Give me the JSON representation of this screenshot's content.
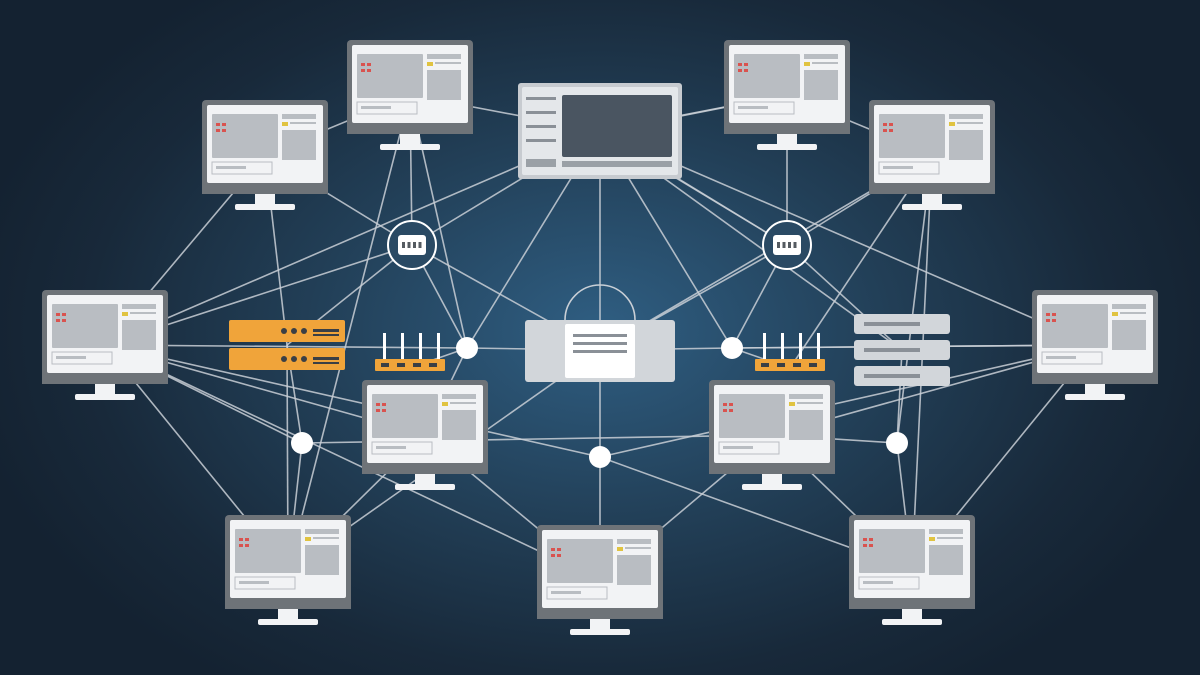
{
  "diagram": {
    "colors": {
      "line": "#c9cfd6",
      "monitor_frame": "#f2f3f5",
      "monitor_bezel": "#6e7378",
      "screen_panel": "#b9bdc2",
      "accent_red": "#d9534f",
      "accent_yellow": "#e0c341",
      "router_orange": "#f0a43a",
      "router_dark": "#3a3f45",
      "hub_white": "#ffffff",
      "server_gray": "#d2d6da"
    },
    "nodes": [
      {
        "id": "m1",
        "kind": "monitor"
      },
      {
        "id": "m2",
        "kind": "monitor"
      },
      {
        "id": "m3",
        "kind": "monitor"
      },
      {
        "id": "m4",
        "kind": "monitor"
      },
      {
        "id": "m5",
        "kind": "monitor"
      },
      {
        "id": "m6",
        "kind": "monitor"
      },
      {
        "id": "m7",
        "kind": "monitor"
      },
      {
        "id": "m8",
        "kind": "monitor"
      },
      {
        "id": "m9",
        "kind": "monitor"
      },
      {
        "id": "m10",
        "kind": "monitor"
      },
      {
        "id": "m11",
        "kind": "monitor"
      },
      {
        "id": "m12",
        "kind": "monitor"
      },
      {
        "id": "panel-top",
        "kind": "control-panel"
      },
      {
        "id": "center-hub",
        "kind": "central-switch"
      },
      {
        "id": "hub-l",
        "kind": "ring-switch"
      },
      {
        "id": "hub-r",
        "kind": "ring-switch"
      },
      {
        "id": "router-l",
        "kind": "router-stack"
      },
      {
        "id": "ap-l",
        "kind": "access-point"
      },
      {
        "id": "ap-r",
        "kind": "access-point"
      },
      {
        "id": "server-r",
        "kind": "server-stack"
      },
      {
        "id": "j1",
        "kind": "junction"
      },
      {
        "id": "j2",
        "kind": "junction"
      },
      {
        "id": "j3",
        "kind": "junction"
      },
      {
        "id": "j4",
        "kind": "junction"
      },
      {
        "id": "j5",
        "kind": "junction"
      }
    ],
    "edges": [
      [
        "m1",
        "hub-l"
      ],
      [
        "m1",
        "panel-top"
      ],
      [
        "m1",
        "m2"
      ],
      [
        "m1",
        "j1"
      ],
      [
        "m2",
        "hub-l"
      ],
      [
        "m2",
        "m3"
      ],
      [
        "m2",
        "router-l"
      ],
      [
        "m3",
        "hub-l"
      ],
      [
        "m3",
        "j3"
      ],
      [
        "m3",
        "j4"
      ],
      [
        "m4",
        "m1"
      ],
      [
        "m4",
        "router-l"
      ],
      [
        "m4",
        "m3"
      ],
      [
        "m4",
        "m5"
      ],
      [
        "m5",
        "m3"
      ],
      [
        "m5",
        "j1"
      ],
      [
        "m5",
        "m6"
      ],
      [
        "m6",
        "m3"
      ],
      [
        "m6",
        "j3"
      ],
      [
        "m6",
        "m7"
      ],
      [
        "m7",
        "m8"
      ],
      [
        "m7",
        "j5"
      ],
      [
        "m7",
        "m9"
      ],
      [
        "m8",
        "m9"
      ],
      [
        "m8",
        "j5"
      ],
      [
        "m8",
        "m10"
      ],
      [
        "m9",
        "j3"
      ],
      [
        "m9",
        "j2"
      ],
      [
        "m10",
        "m11"
      ],
      [
        "m10",
        "hub-r"
      ],
      [
        "m10",
        "ap-r"
      ],
      [
        "m11",
        "hub-r"
      ],
      [
        "m11",
        "m12"
      ],
      [
        "m11",
        "panel-top"
      ],
      [
        "m12",
        "hub-r"
      ],
      [
        "m12",
        "server-r"
      ],
      [
        "panel-top",
        "hub-l"
      ],
      [
        "panel-top",
        "hub-r"
      ],
      [
        "panel-top",
        "center-hub"
      ],
      [
        "panel-top",
        "j1"
      ],
      [
        "panel-top",
        "j2"
      ],
      [
        "panel-top",
        "m3"
      ],
      [
        "panel-top",
        "m9"
      ],
      [
        "hub-l",
        "j1"
      ],
      [
        "hub-l",
        "router-l"
      ],
      [
        "hub-l",
        "center-hub"
      ],
      [
        "hub-r",
        "j2"
      ],
      [
        "hub-r",
        "server-r"
      ],
      [
        "hub-r",
        "center-hub"
      ],
      [
        "j1",
        "center-hub"
      ],
      [
        "j1",
        "m3"
      ],
      [
        "j2",
        "center-hub"
      ],
      [
        "j2",
        "m9"
      ],
      [
        "center-hub",
        "j3"
      ],
      [
        "center-hub",
        "m4"
      ],
      [
        "center-hub",
        "m10"
      ],
      [
        "j3",
        "m8"
      ],
      [
        "j4",
        "m4"
      ],
      [
        "j4",
        "m7"
      ],
      [
        "j5",
        "m10"
      ],
      [
        "router-l",
        "j4"
      ],
      [
        "server-r",
        "j5"
      ],
      [
        "ap-l",
        "j1"
      ],
      [
        "ap-r",
        "j2"
      ]
    ]
  }
}
